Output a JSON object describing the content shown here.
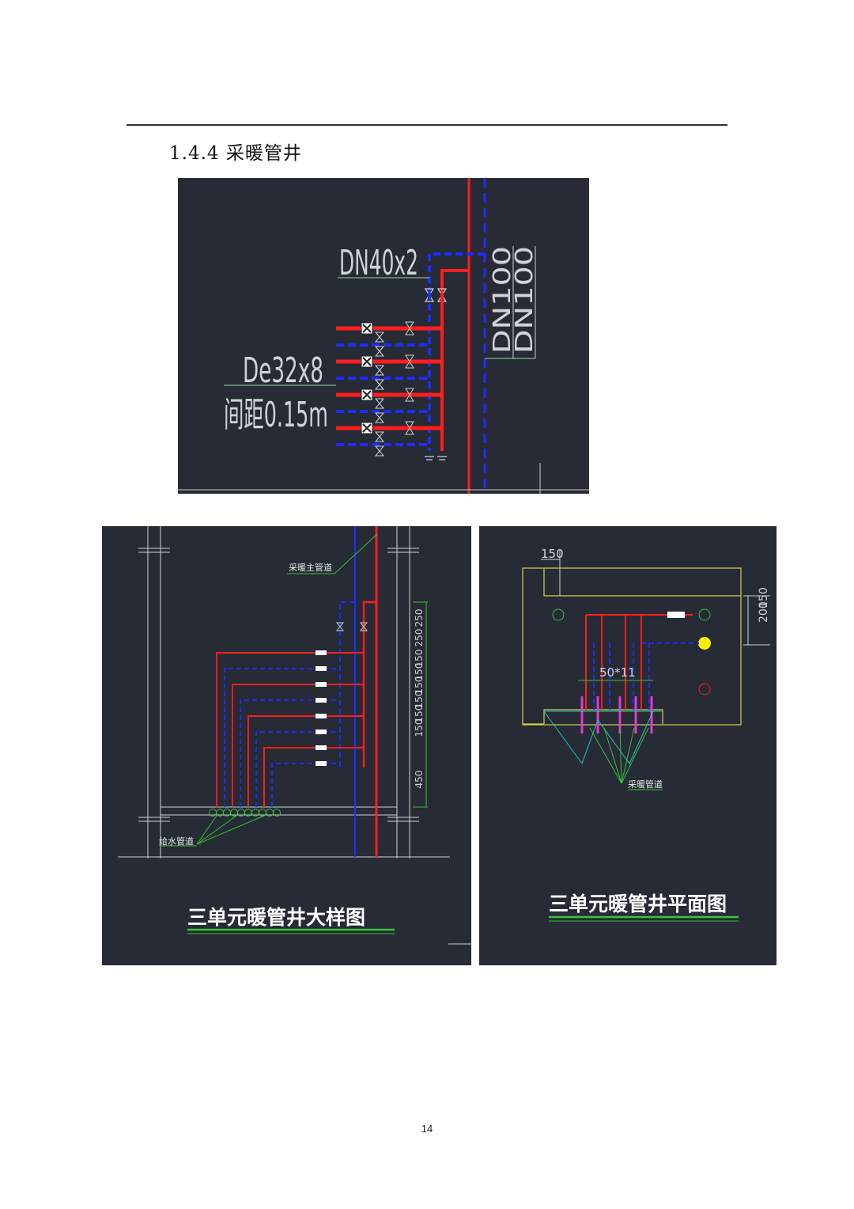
{
  "section": {
    "heading": "1.4.4 采暖管井"
  },
  "figure1": {
    "label_riser": "DN40x2",
    "label_branch": "De32x8",
    "label_spacing": "间距0.15m",
    "label_main_a": "DN100",
    "label_main_b": "DN100",
    "colors": {
      "supply": "#ff1e1e",
      "return": "#1e2dff",
      "text": "#cfd3d8"
    }
  },
  "figure2": {
    "label_main": "采暖主管道",
    "label_water": "给水管道",
    "dims": [
      "250",
      "250",
      "150",
      "150",
      "150",
      "150",
      "150",
      "150",
      "450"
    ],
    "caption": "三单元暖管井大样图"
  },
  "figure3": {
    "dim_top": "150",
    "dim_right_a": "200",
    "dim_right_b": "150",
    "dim_pitch": "50*11",
    "label_pipes": "采暖管道",
    "caption": "三单元暖管井平面图"
  },
  "footer": {
    "page_number": "14"
  }
}
